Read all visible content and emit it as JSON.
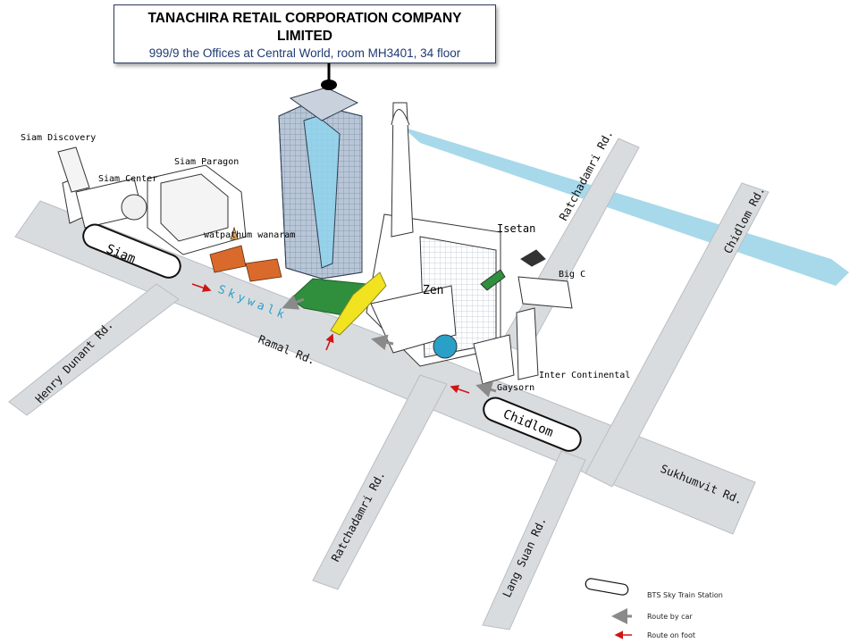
{
  "company": {
    "name": "TANACHIRA RETAIL CORPORATION COMPANY LIMITED",
    "address": "999/9 the Offices at Central World, room MH3401, 34 floor"
  },
  "roads": {
    "rama1": "Ramal Rd.",
    "henry_dunant": "Henry Dunant Rd.",
    "ratchadamri_north": "Ratchadamri Rd.",
    "ratchadamri_south": "Ratchadamri Rd.",
    "chidlom_rd": "Chidlom Rd.",
    "sukhumvit": "Sukhumvit Rd.",
    "lang_suan": "Lang Suan Rd."
  },
  "stations": {
    "siam": "Siam",
    "chidlom": "Chidlom"
  },
  "skywalk": "Skywalk",
  "landmarks": {
    "siam_discovery": "Siam Discovery",
    "siam_center": "Siam Center",
    "siam_paragon": "Siam Paragon",
    "watpathum": "watpathum wanaram",
    "isetan": "Isetan",
    "big_c": "Big C",
    "zen": "Zen",
    "inter_continental": "Inter Continental",
    "gaysorn": "Gaysorn"
  },
  "legend": {
    "bts": "BTS Sky Train Station",
    "car": "Route by car",
    "foot": "Route on foot"
  },
  "colors": {
    "road": "#d9dcdf",
    "canal": "#a7d9ea",
    "park": "#2f8f3c",
    "walkway": "#f2e320",
    "tower": "#7f98b4",
    "tower_stripe": "#8fd3ec",
    "foot_arrow": "#d11414",
    "car_arrow": "#8a8a8a"
  }
}
